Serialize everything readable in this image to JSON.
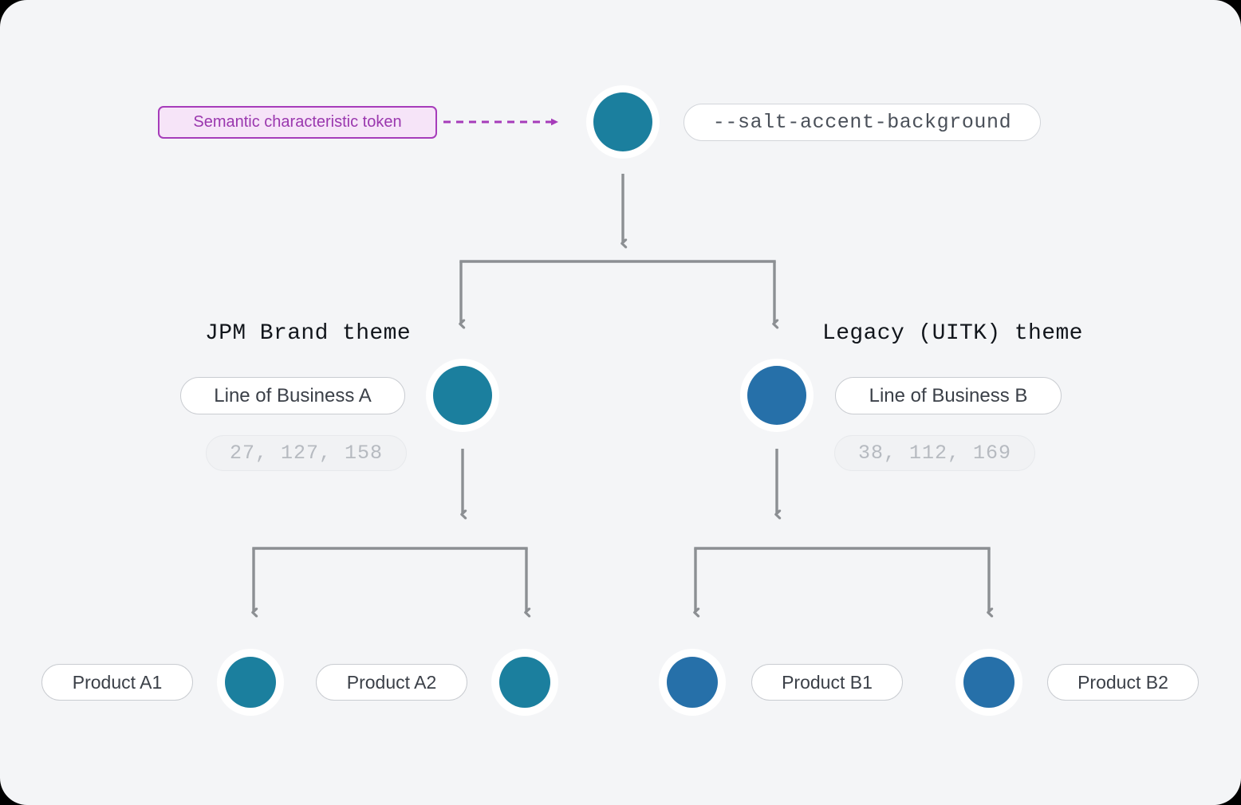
{
  "diagram": {
    "title_annotation": "Semantic characteristic token",
    "root": {
      "token_label": "--salt-accent-background",
      "swatch_color": "#1B7F9E"
    },
    "themes": [
      {
        "name": "JPM Brand theme",
        "lob_label": "Line of Business A",
        "rgb_label": "27, 127, 158",
        "color": "#1B7F9E",
        "products": [
          {
            "label": "Product A1",
            "color": "#1B7F9E"
          },
          {
            "label": "Product A2",
            "color": "#1B7F9E"
          }
        ]
      },
      {
        "name": "Legacy (UITK) theme",
        "lob_label": "Line of Business B",
        "rgb_label": "38, 112, 169",
        "color": "#2670A9",
        "products": [
          {
            "label": "Product B1",
            "color": "#2670A9"
          },
          {
            "label": "Product B2",
            "color": "#2670A9"
          }
        ]
      }
    ],
    "colors": {
      "background": "#F4F5F7",
      "connector": "#8C8F93",
      "annotation_accent": "#A63CBA",
      "annotation_fill": "#F6E4F8",
      "teal": "#1B7F9E",
      "blue": "#2670A9"
    },
    "icons": {
      "annotation_arrow": "dashed-arrow-icon",
      "tree_connector": "tree-connector-icon"
    }
  }
}
